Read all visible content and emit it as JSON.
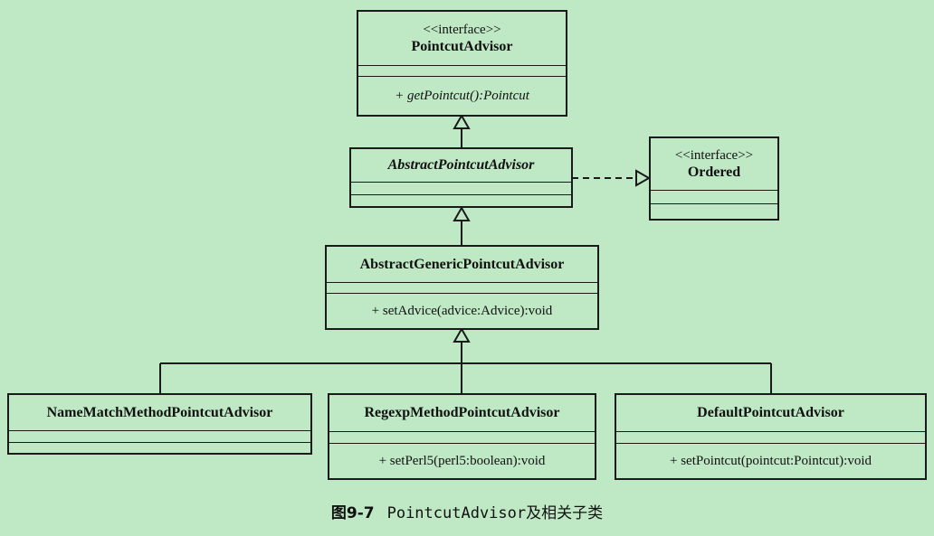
{
  "classes": {
    "pointcut_advisor": {
      "stereotype": "<<interface>>",
      "name": "PointcutAdvisor",
      "method": "+ getPointcut():Pointcut"
    },
    "abstract_pointcut_advisor": {
      "name": "AbstractPointcutAdvisor"
    },
    "ordered": {
      "stereotype": "<<interface>>",
      "name": "Ordered"
    },
    "abstract_generic_pointcut_advisor": {
      "name": "AbstractGenericPointcutAdvisor",
      "method": "+ setAdvice(advice:Advice):void"
    },
    "name_match_method_pointcut_advisor": {
      "name": "NameMatchMethodPointcutAdvisor"
    },
    "regexp_method_pointcut_advisor": {
      "name": "RegexpMethodPointcutAdvisor",
      "method": "+ setPerl5(perl5:boolean):void"
    },
    "default_pointcut_advisor": {
      "name": "DefaultPointcutAdvisor",
      "method": "+ setPointcut(pointcut:Pointcut):void"
    }
  },
  "caption": {
    "figure": "图9-7",
    "title": "PointcutAdvisor及相关子类"
  },
  "colors": {
    "background": "#bfe8c5",
    "line": "#1a1a1a"
  }
}
